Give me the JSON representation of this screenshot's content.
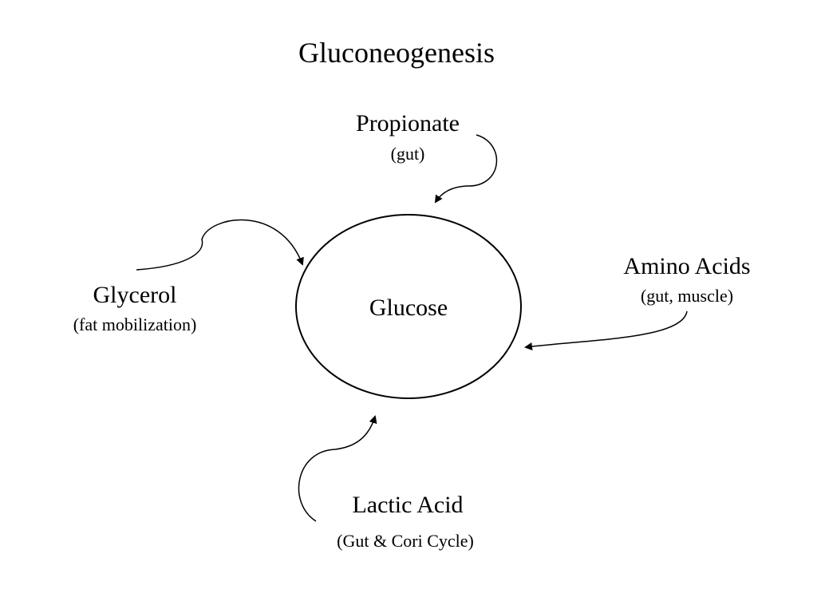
{
  "title": "Gluconeogenesis",
  "center": {
    "label": "Glucose"
  },
  "sources": {
    "propionate": {
      "name": "Propionate",
      "origin": "(gut)"
    },
    "glycerol": {
      "name": "Glycerol",
      "origin": "(fat mobilization)"
    },
    "amino_acids": {
      "name": "Amino Acids",
      "origin": "(gut, muscle)"
    },
    "lactic_acid": {
      "name": "Lactic Acid",
      "origin": "(Gut & Cori Cycle)"
    }
  }
}
